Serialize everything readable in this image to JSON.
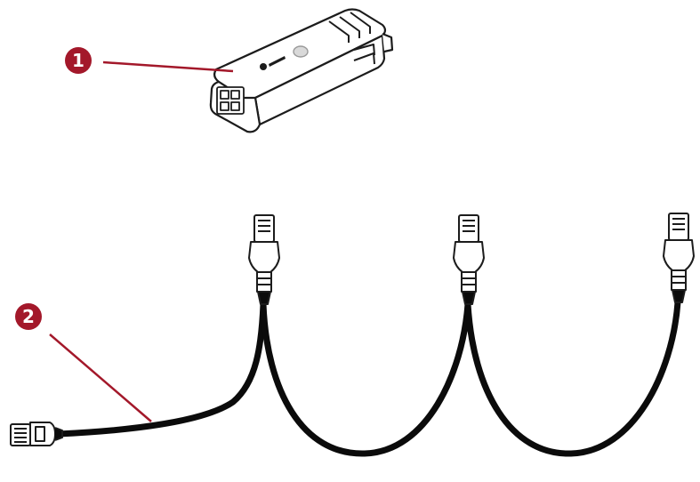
{
  "colors": {
    "callout": "#a3182a",
    "outline": "#1c1c1c",
    "cable": "#0b0b0b",
    "fill": "#ffffff",
    "shade": "#d9d9d9"
  },
  "icons": {
    "item1": "sensor-module-icon",
    "item2": "y-splitter-cable-icon"
  },
  "callouts": [
    {
      "number": "1",
      "target": "sensor-module"
    },
    {
      "number": "2",
      "target": "splitter-cable"
    }
  ]
}
